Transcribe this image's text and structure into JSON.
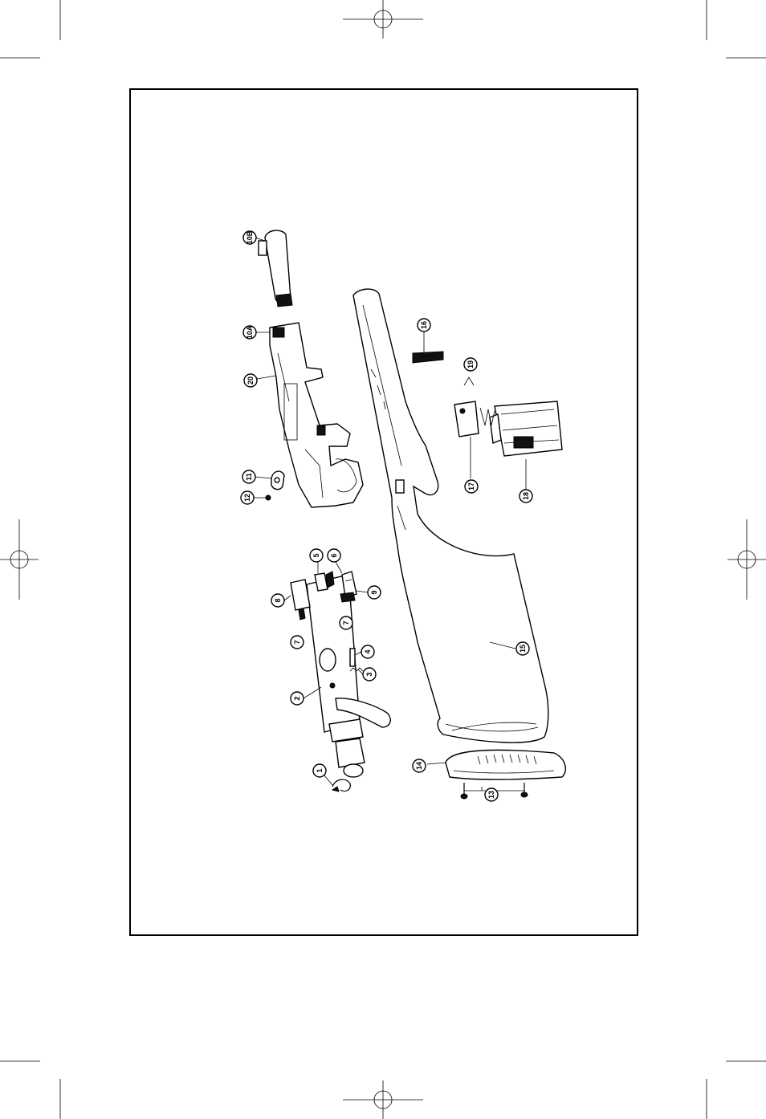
{
  "parts": [
    {
      "id": "p1",
      "label": "1"
    },
    {
      "id": "p2",
      "label": "2"
    },
    {
      "id": "p3",
      "label": "3"
    },
    {
      "id": "p4",
      "label": "4"
    },
    {
      "id": "p5",
      "label": "5"
    },
    {
      "id": "p6",
      "label": "6"
    },
    {
      "id": "p7a",
      "label": "7"
    },
    {
      "id": "p7b",
      "label": "7"
    },
    {
      "id": "p8",
      "label": "8"
    },
    {
      "id": "p9",
      "label": "9"
    },
    {
      "id": "p10a",
      "label": "10A"
    },
    {
      "id": "p10b",
      "label": "10B"
    },
    {
      "id": "p11",
      "label": "11"
    },
    {
      "id": "p12",
      "label": "12"
    },
    {
      "id": "p13",
      "label": "13"
    },
    {
      "id": "p14",
      "label": "14"
    },
    {
      "id": "p15",
      "label": "15"
    },
    {
      "id": "p16",
      "label": "16"
    },
    {
      "id": "p17",
      "label": "17"
    },
    {
      "id": "p18",
      "label": "18"
    },
    {
      "id": "p19",
      "label": "19"
    },
    {
      "id": "p20",
      "label": "20"
    }
  ]
}
